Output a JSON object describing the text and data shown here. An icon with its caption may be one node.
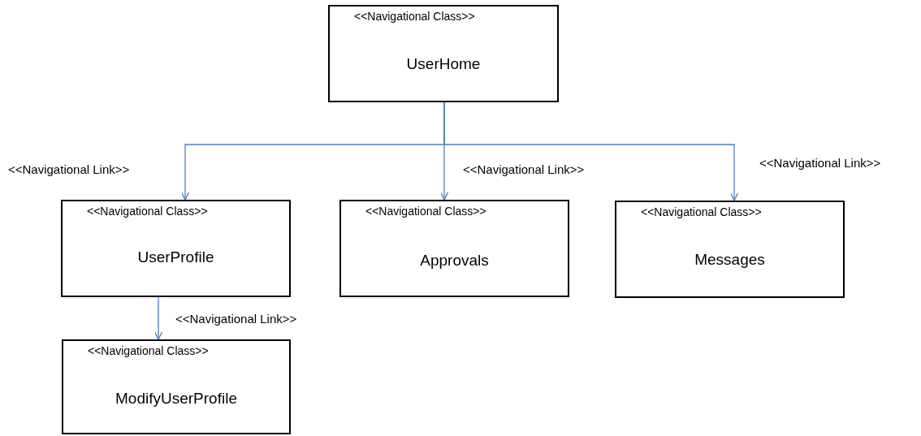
{
  "diagram": {
    "nodes": [
      {
        "text": [
          "<<Navigational Class>>",
          "UserHome"
        ]
      },
      {
        "text": [
          "<<Navigational Class>>",
          "UserProfile"
        ]
      },
      {
        "text": [
          "<<Navigational Class>>",
          "Approvals"
        ]
      },
      {
        "text": [
          "<<Navigational Class>>",
          "Messages"
        ]
      },
      {
        "text": [
          "<<Navigational Class>>",
          "ModifyUserProfile"
        ]
      }
    ],
    "edges": [
      {
        "from": 0,
        "to": 1,
        "arrow": "to",
        "label": "<<Navigational Link>>"
      },
      {
        "from": 0,
        "to": 2,
        "arrow": "to",
        "label": "<<Navigational Link>>"
      },
      {
        "from": 0,
        "to": 3,
        "arrow": "to",
        "label": "<<Navigational Link>>"
      },
      {
        "from": 1,
        "to": 4,
        "arrow": "to",
        "label": "<<Navigational Link>>"
      }
    ]
  }
}
